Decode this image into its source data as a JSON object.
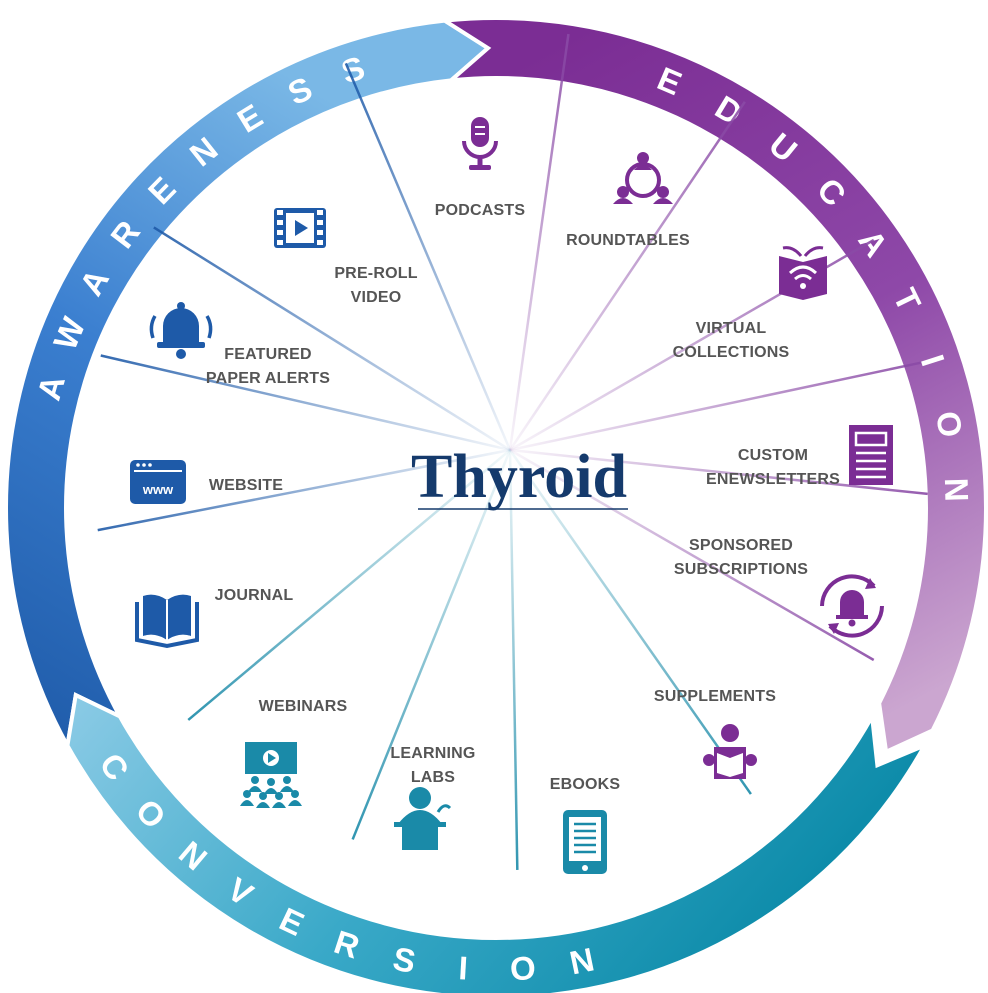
{
  "center": {
    "title": "Thyroid",
    "color": "#153a6c"
  },
  "segments": [
    {
      "label": "AWARENESS",
      "colors": [
        "#1e5aa8",
        "#3b7fd0",
        "#7ab8e6"
      ]
    },
    {
      "label": "EDUCATION",
      "colors": [
        "#7b2d94",
        "#8e48a8",
        "#cba6d0"
      ]
    },
    {
      "label": "CONVERSION",
      "colors": [
        "#8ccbe6",
        "#3aa9c8",
        "#0b8aa8"
      ]
    }
  ],
  "items": [
    {
      "id": "podcasts",
      "lines": [
        "PODCASTS"
      ],
      "icon": "microphone-icon",
      "color": "#7b2d94"
    },
    {
      "id": "roundtables",
      "lines": [
        "ROUNDTABLES"
      ],
      "icon": "roundtable-icon",
      "color": "#7b2d94"
    },
    {
      "id": "virtual-collections",
      "lines": [
        "VIRTUAL",
        "COLLECTIONS"
      ],
      "icon": "book-wifi-icon",
      "color": "#7b2d94"
    },
    {
      "id": "custom-enewsletters",
      "lines": [
        "CUSTOM",
        "ENEWSLETTERS"
      ],
      "icon": "newsletter-icon",
      "color": "#7b2d94"
    },
    {
      "id": "sponsored-subscriptions",
      "lines": [
        "SPONSORED",
        "SUBSCRIPTIONS"
      ],
      "icon": "bell-cycle-icon",
      "color": "#7b2d94"
    },
    {
      "id": "supplements",
      "lines": [
        "SUPPLEMENTS"
      ],
      "icon": "reader-icon",
      "color": "#7b2d94"
    },
    {
      "id": "ebooks",
      "lines": [
        "EBOOKS"
      ],
      "icon": "ebook-icon",
      "color": "#1a8aa8"
    },
    {
      "id": "learning-labs",
      "lines": [
        "LEARNING",
        "LABS"
      ],
      "icon": "lecturer-icon",
      "color": "#1a8aa8"
    },
    {
      "id": "webinars",
      "lines": [
        "WEBINARS"
      ],
      "icon": "webinar-icon",
      "color": "#1a8aa8"
    },
    {
      "id": "journal",
      "lines": [
        "JOURNAL"
      ],
      "icon": "open-book-icon",
      "color": "#1e5aa8"
    },
    {
      "id": "website",
      "lines": [
        "WEBSITE"
      ],
      "icon": "browser-www-icon",
      "color": "#1e5aa8"
    },
    {
      "id": "featured-paper-alerts",
      "lines": [
        "FEATURED",
        "PAPER ALERTS"
      ],
      "icon": "bell-icon",
      "color": "#1e5aa8"
    },
    {
      "id": "pre-roll-video",
      "lines": [
        "PRE-ROLL",
        "VIDEO"
      ],
      "icon": "film-play-icon",
      "color": "#1e5aa8"
    }
  ]
}
